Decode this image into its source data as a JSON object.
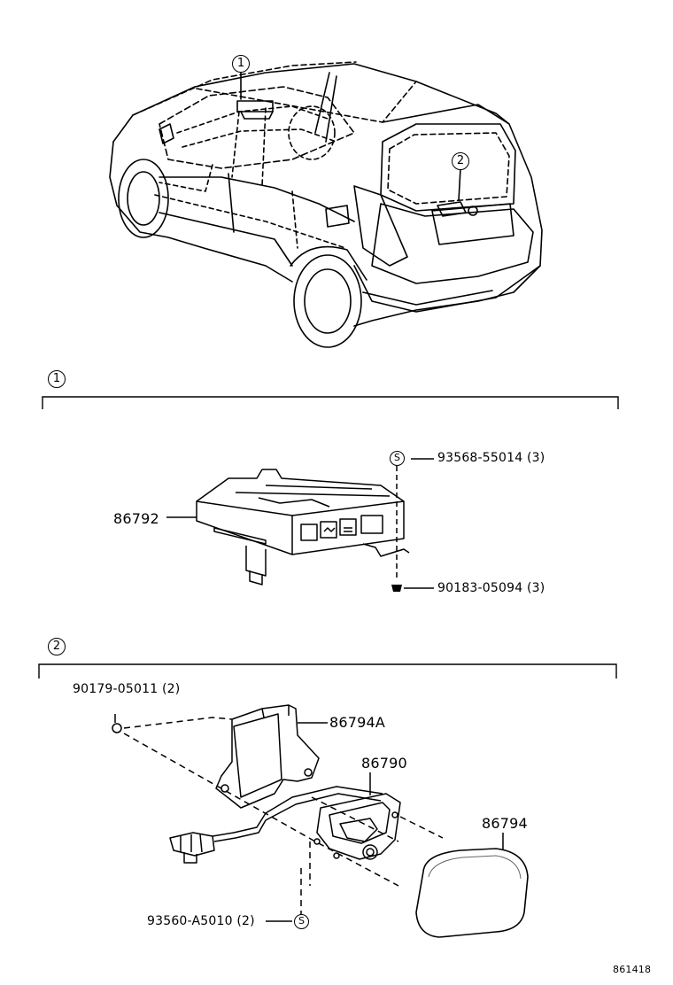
{
  "callouts": {
    "overview_1": "1",
    "overview_2": "2",
    "section_1": "1",
    "section_2": "2",
    "screw_symbol_1": "S",
    "screw_symbol_2": "S"
  },
  "section_1_parts": {
    "p1": "86792",
    "p2": "93568-55014 (3)",
    "p3": "90183-05094 (3)"
  },
  "section_2_parts": {
    "p1": "90179-05011 (2)",
    "p2": "86794A",
    "p3": "86790",
    "p4": "86794",
    "p5": "93560-A5010 (2)"
  },
  "diagram_code": "861418"
}
